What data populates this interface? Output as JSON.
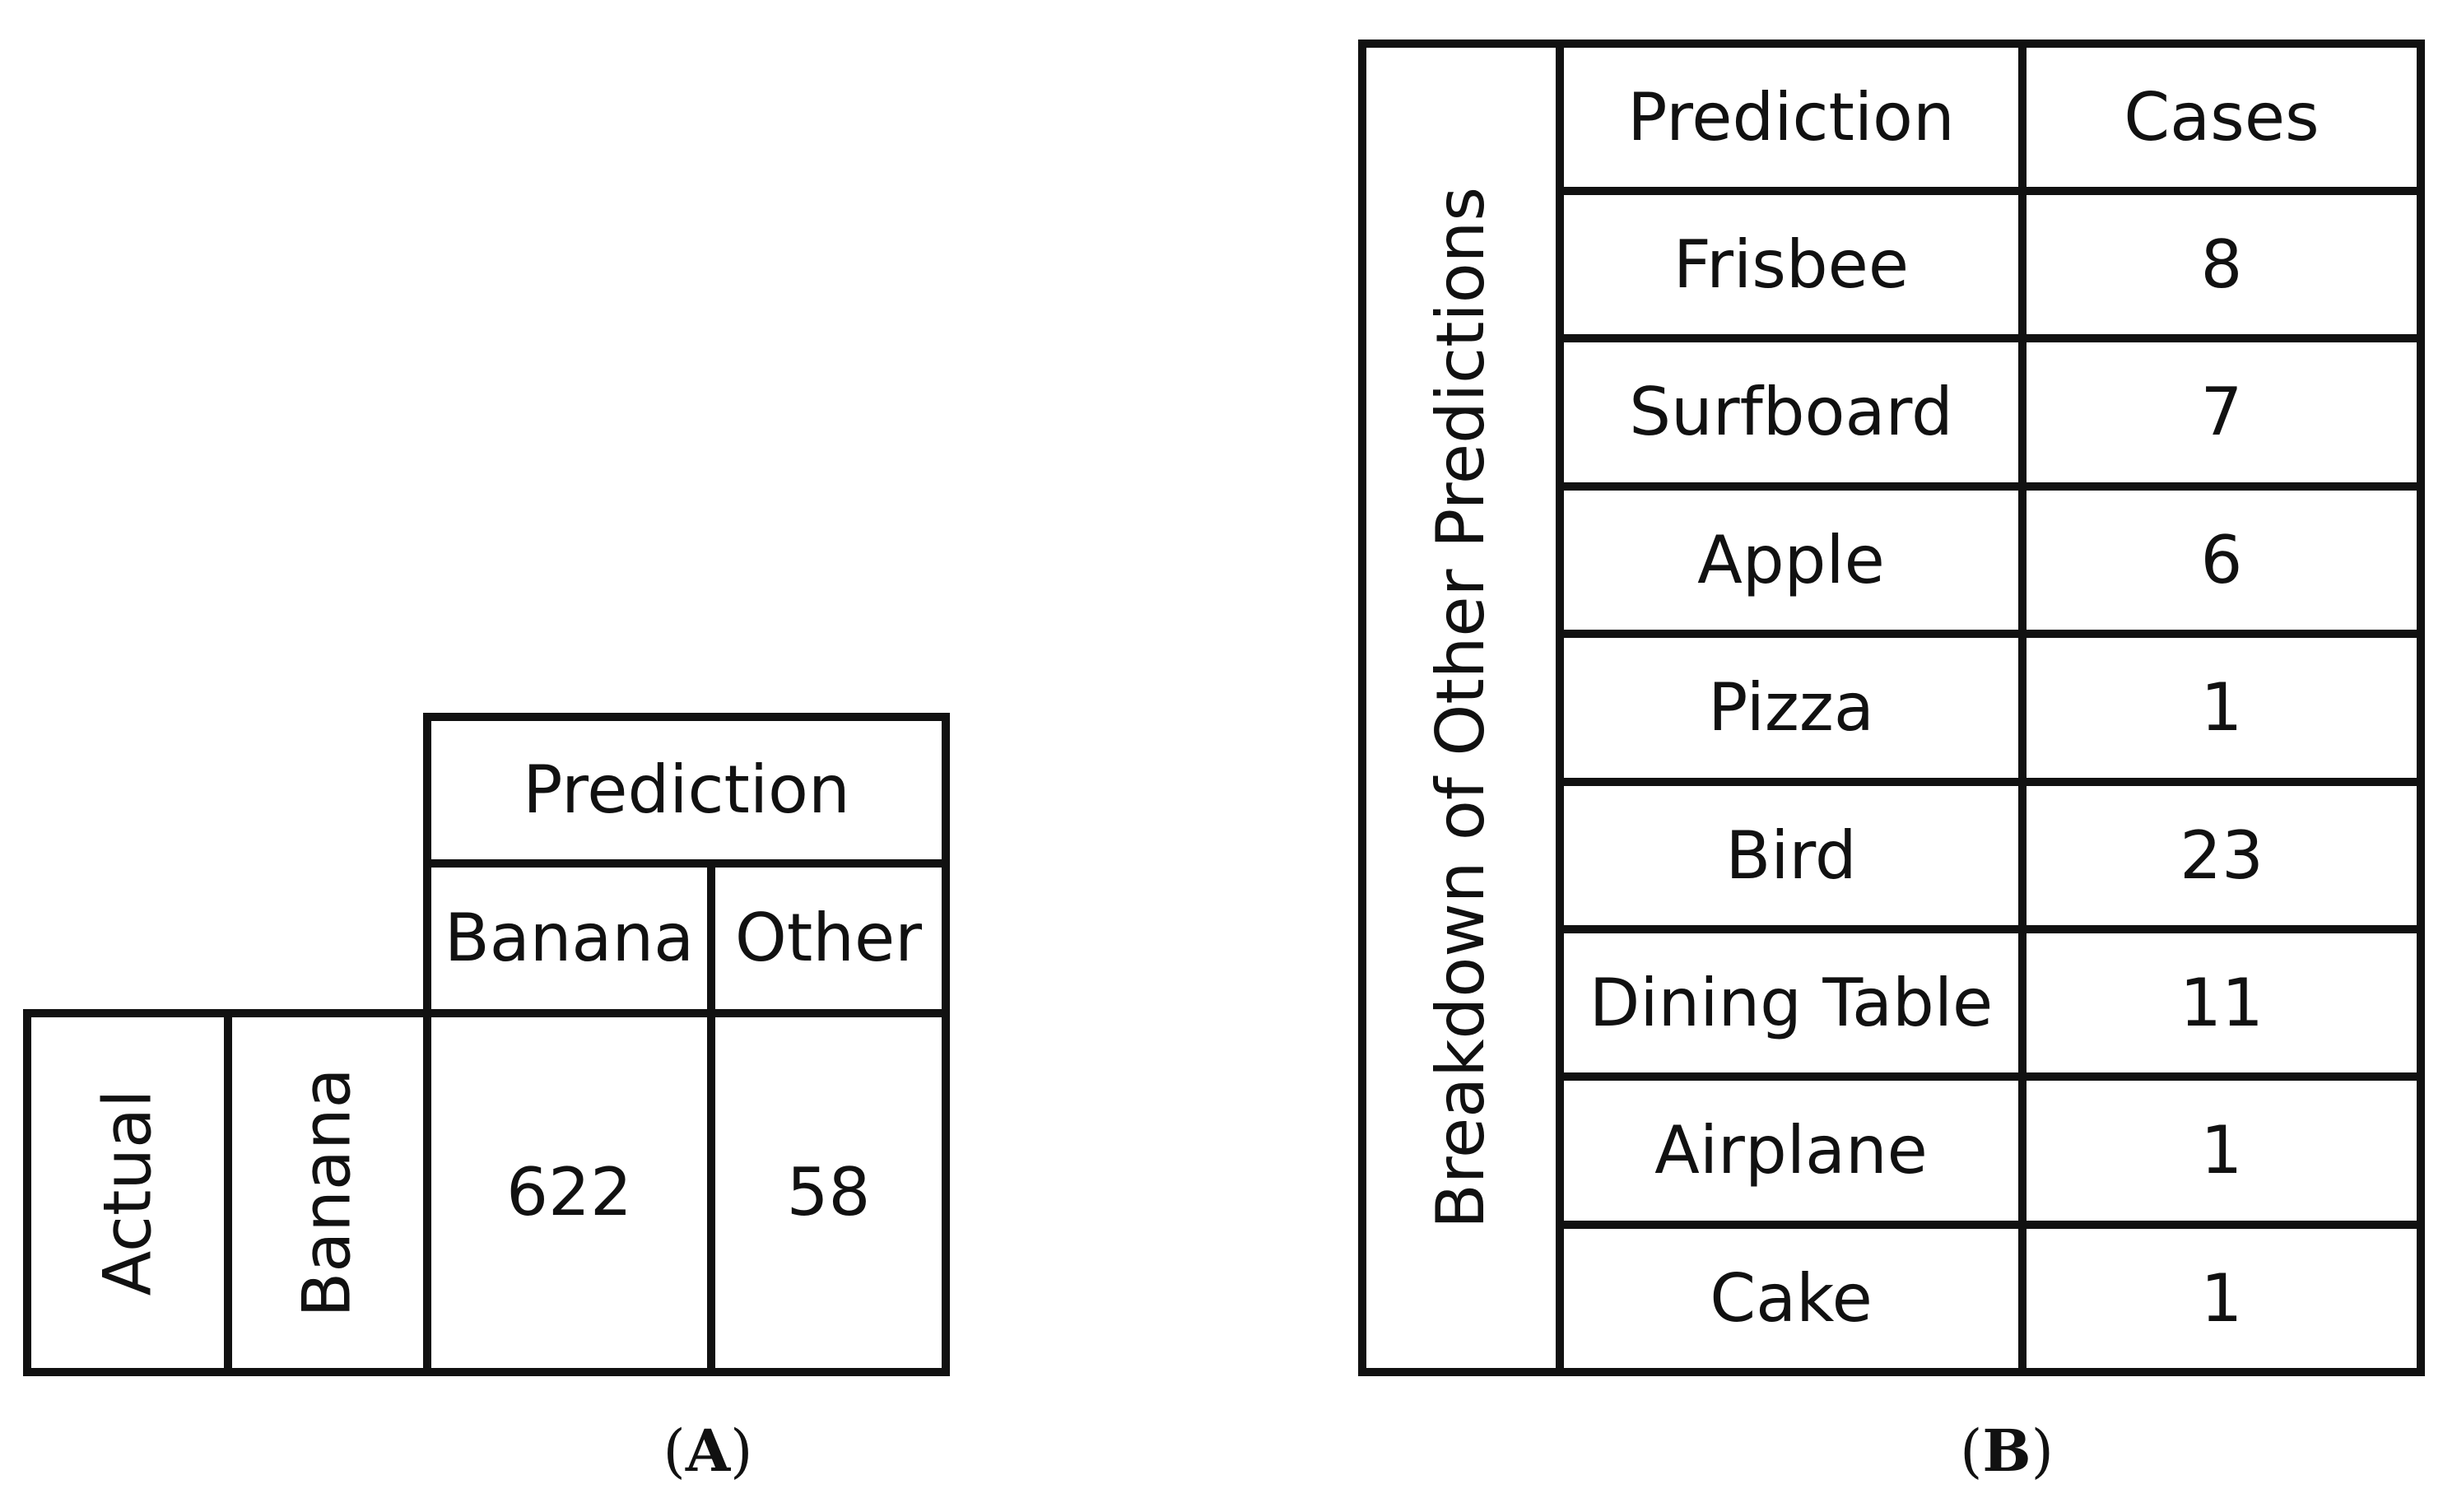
{
  "panel_a": {
    "label_open": "(",
    "label_letter": "A",
    "label_close": ")",
    "prediction_header": "Prediction",
    "columns": [
      "Banana",
      "Other"
    ],
    "row_group": "Actual",
    "row_label": "Banana",
    "values": [
      "622",
      "58"
    ]
  },
  "panel_b": {
    "label_open": "(",
    "label_letter": "B",
    "label_close": ")",
    "side_title": "Breakdown of Other Predictions",
    "headers": {
      "prediction": "Prediction",
      "cases": "Cases"
    },
    "rows": [
      {
        "prediction": "Frisbee",
        "cases": "8"
      },
      {
        "prediction": "Surfboard",
        "cases": "7"
      },
      {
        "prediction": "Apple",
        "cases": "6"
      },
      {
        "prediction": "Pizza",
        "cases": "1"
      },
      {
        "prediction": "Bird",
        "cases": "23"
      },
      {
        "prediction": "Dining Table",
        "cases": "11"
      },
      {
        "prediction": "Airplane",
        "cases": "1"
      },
      {
        "prediction": "Cake",
        "cases": "1"
      }
    ]
  }
}
